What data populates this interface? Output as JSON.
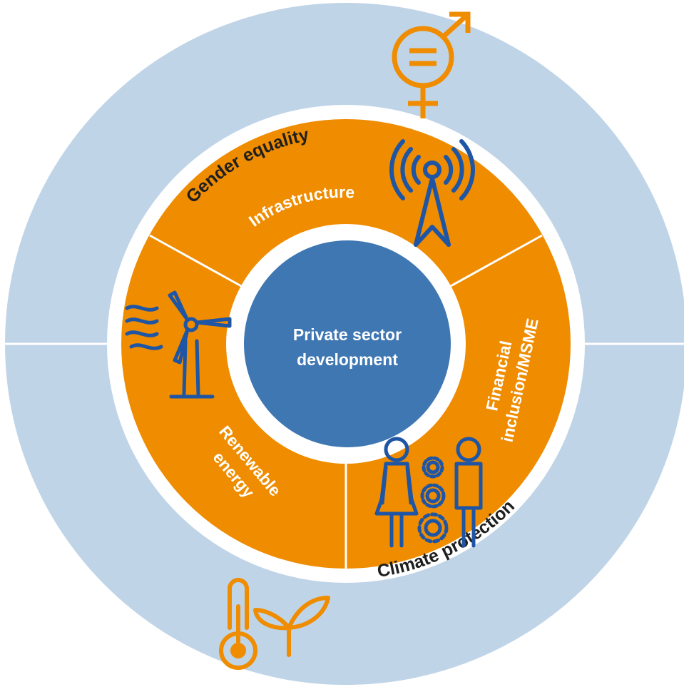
{
  "outer_ring": {
    "top_label": "Gender equality",
    "bottom_label": "Climate protection"
  },
  "middle_ring": {
    "top_label": "Infrastructure",
    "right_label_line1": "Financial",
    "right_label_line2": "inclusion/MSME",
    "left_label_line1": "Renewable",
    "left_label_line2": "energy"
  },
  "center": {
    "line1": "Private sector",
    "line2": "development"
  },
  "icons": [
    "gender-symbol-icon",
    "radio-tower-icon",
    "wind-turbine-icon",
    "people-gears-icon",
    "thermometer-icon",
    "sprout-icon"
  ],
  "colors": {
    "outer_ring": "#c0d4e8",
    "middle_ring": "#ef8c00",
    "center": "#3f77b3",
    "icon_blue": "#1e55a5",
    "icon_orange": "#ef8c00",
    "divider": "#ffffff"
  }
}
